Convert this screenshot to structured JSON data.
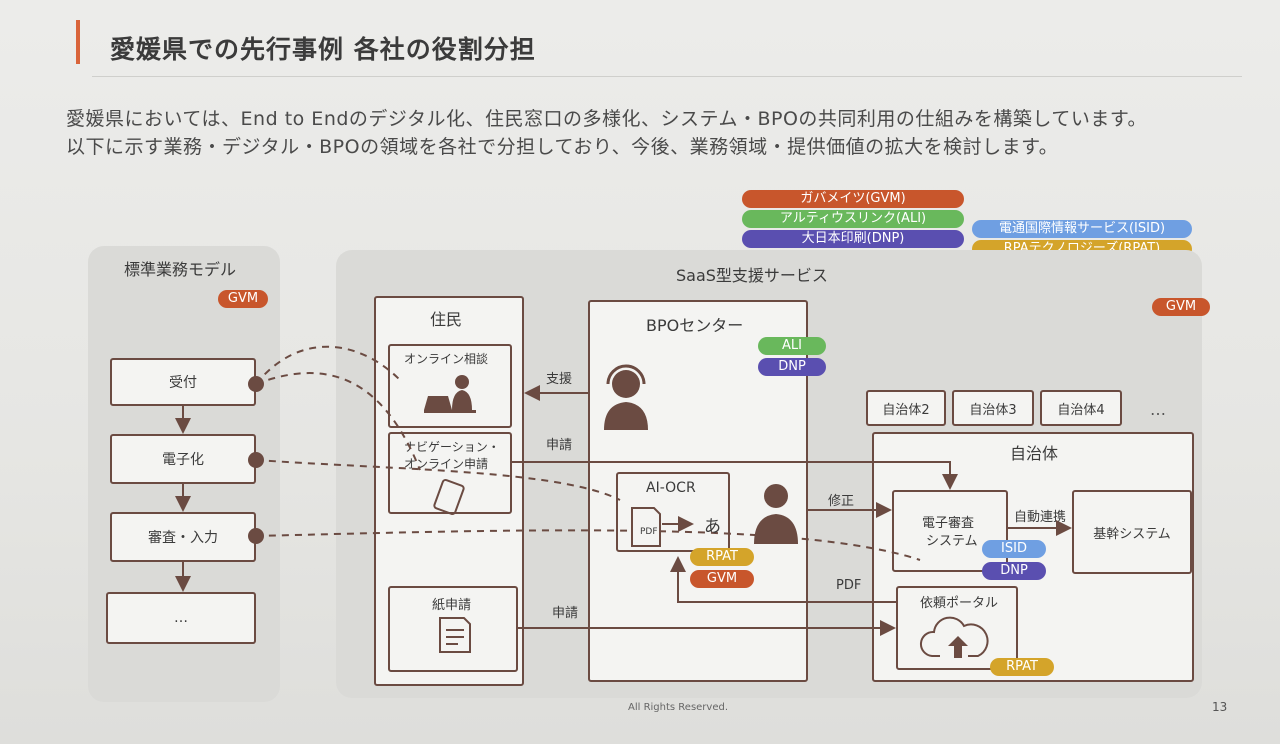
{
  "title": "愛媛県での先行事例 各社の役割分担",
  "lead": [
    "愛媛県においては、End to Endのデジタル化、住民窓口の多様化、システム・BPOの共同利用の仕組みを構築しています。",
    "以下に示す業務・デジタル・BPOの領域を各社で分担しており、今後、業務領域・提供価値の拡大を検討します。"
  ],
  "legend": {
    "gvm": "ガバメイツ(GVM)",
    "ali": "アルティウスリンク(ALI)",
    "dnp": "大日本印刷(DNP)",
    "isid": "電通国際情報サービス(ISID)",
    "rpat": "RPAテクノロジーズ(RPAT)"
  },
  "tags": {
    "gvm": "GVM",
    "ali": "ALI",
    "dnp": "DNP",
    "isid": "ISID",
    "rpat": "RPAT"
  },
  "standard_model": {
    "title": "標準業務モデル",
    "steps": [
      "受付",
      "電子化",
      "審査・入力",
      "…"
    ]
  },
  "saas": {
    "title": "SaaS型支援サービス"
  },
  "resident": {
    "title": "住民",
    "online_consult": "オンライン相談",
    "nav_line1": "ナビゲーション・",
    "nav_line2": "オンライン申請",
    "paper": "紙申請"
  },
  "bpo": {
    "title": "BPOセンター",
    "aiocr": "AI-OCR",
    "pdf_icon": "PDF",
    "ocr_char": "あ"
  },
  "arrows": {
    "support": "支援",
    "apply1": "申請",
    "apply2": "申請",
    "correct": "修正",
    "pdf": "PDF",
    "auto": "自動連携"
  },
  "munis": {
    "m2": "自治体2",
    "m3": "自治体3",
    "m4": "自治体4",
    "more": "…"
  },
  "muni": {
    "title": "自治体",
    "review_line1": "電子審査",
    "review_line2": "システム",
    "core": "基幹システム",
    "portal": "依頼ポータル"
  },
  "footer": {
    "rights": "All Rights Reserved.",
    "page": "13"
  },
  "colors": {
    "accent": "#d9643a",
    "line": "#6b4b42",
    "gvm": "#c8562c",
    "ali": "#69b85c",
    "dnp": "#5a4fb0",
    "isid": "#6f9fe2",
    "rpat": "#d4a42a"
  }
}
